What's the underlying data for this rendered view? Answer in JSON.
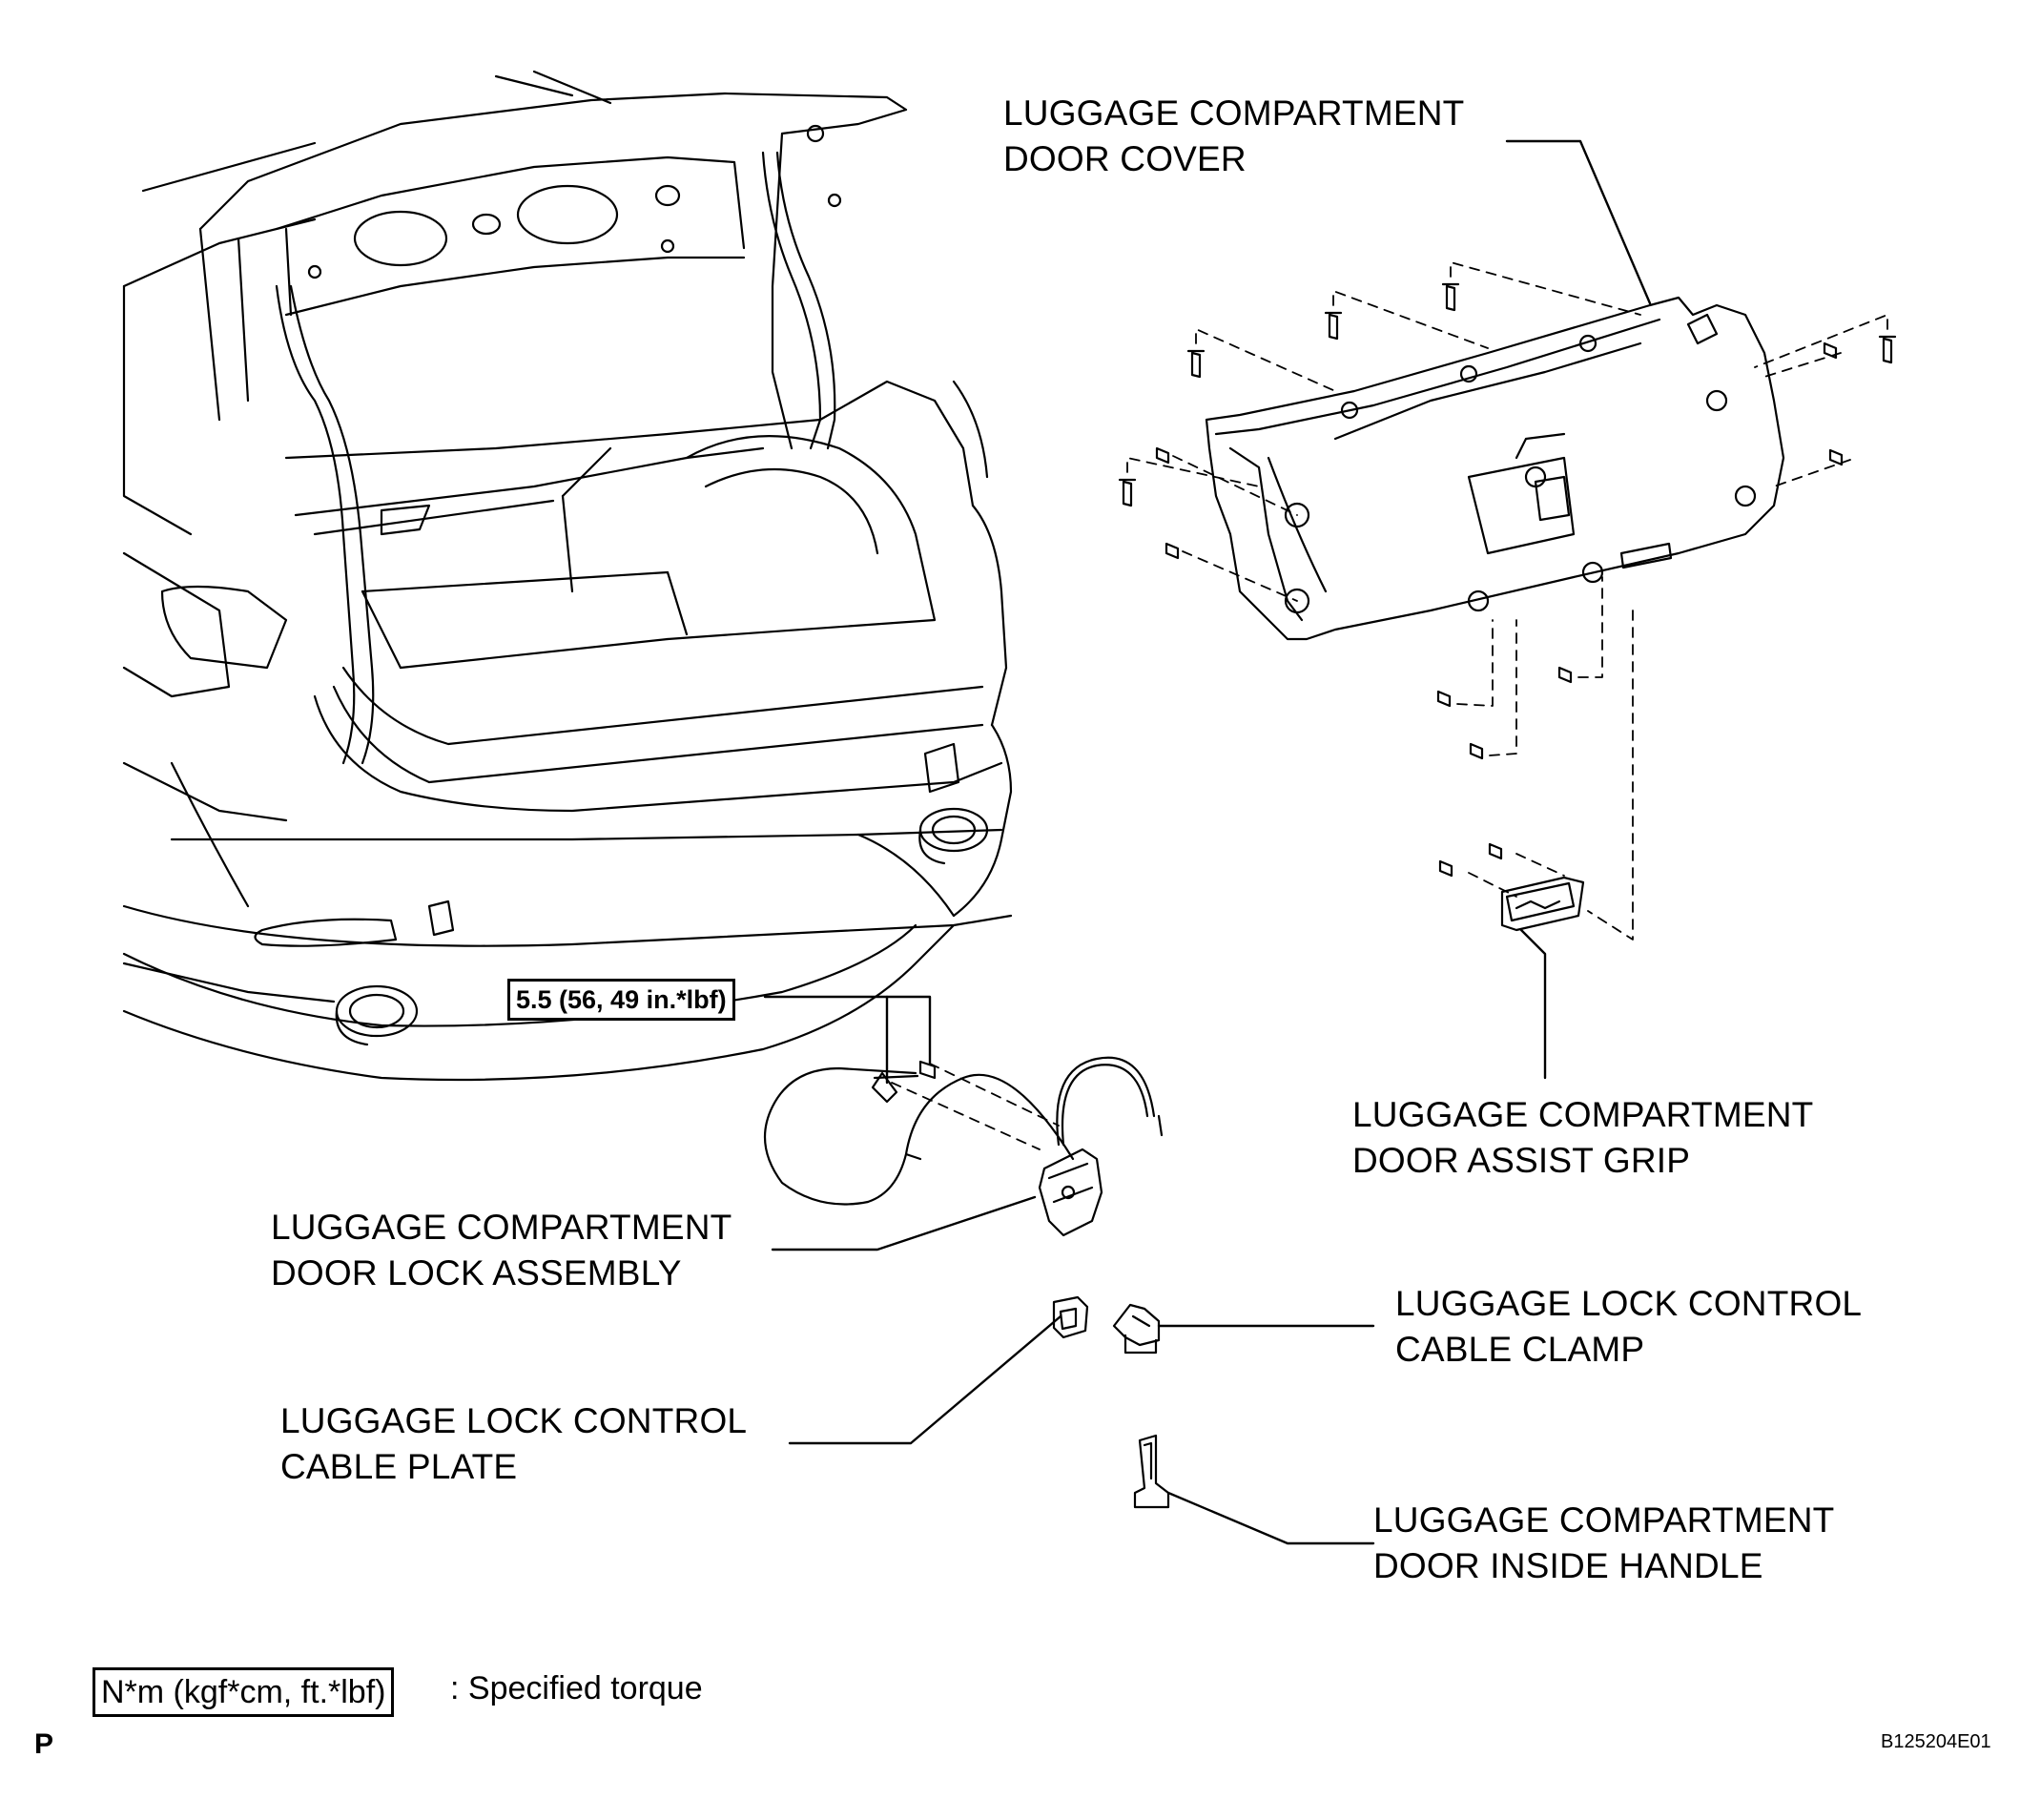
{
  "labels": {
    "door_cover": [
      "LUGGAGE COMPARTMENT",
      "DOOR COVER"
    ],
    "assist_grip": [
      "LUGGAGE COMPARTMENT",
      "DOOR ASSIST GRIP"
    ],
    "lock_assembly": [
      "LUGGAGE COMPARTMENT",
      "DOOR LOCK ASSEMBLY"
    ],
    "cable_clamp": [
      "LUGGAGE LOCK CONTROL",
      "CABLE CLAMP"
    ],
    "cable_plate": [
      "LUGGAGE LOCK CONTROL",
      "CABLE PLATE"
    ],
    "inside_handle": [
      "LUGGAGE COMPARTMENT",
      "DOOR INSIDE HANDLE"
    ]
  },
  "torque_spec": "5.5 (56, 49 in.*lbf)",
  "legend": {
    "box": "N*m (kgf*cm, ft.*lbf)",
    "text": ": Specified torque"
  },
  "corner_left": "P",
  "figure_id": "B125204E01"
}
